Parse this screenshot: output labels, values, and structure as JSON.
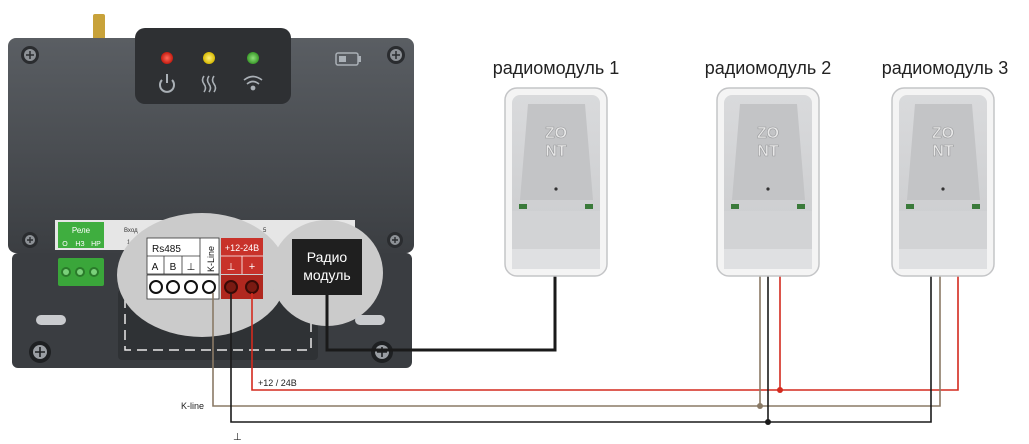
{
  "controller": {
    "relay_title": "Реле",
    "relay_terminals": [
      "О",
      "НЗ",
      "НР"
    ],
    "input_label": "Вход",
    "input_number": "1",
    "rs485_label": "Rs485",
    "rs485_a": "A",
    "rs485_b": "B",
    "ground_symbol": "⊥",
    "kline_label": "K-Line",
    "power_label": "+12-24В",
    "power_ground_symbol": "⊥",
    "power_plus_symbol": "+",
    "radio_line1": "Радио",
    "radio_line2": "модуль",
    "cut_label": "5"
  },
  "modules": [
    {
      "label": "радиомодуль 1",
      "logo_line1": "ZO",
      "logo_line2": "NT"
    },
    {
      "label": "радиомодуль 2",
      "logo_line1": "ZO",
      "logo_line2": "NT"
    },
    {
      "label": "радиомодуль 3",
      "logo_line1": "ZO",
      "logo_line2": "NT"
    }
  ],
  "wires": {
    "power_label": "+12 / 24В",
    "kline_label": "K-line",
    "ground_label": "⊥"
  },
  "colors": {
    "power_wire": "#d42a1e",
    "kline_wire": "#8a7a66",
    "ground_wire": "#1a1a1a",
    "relay_green": "#3fae3f",
    "power_block": "#c8322a"
  }
}
